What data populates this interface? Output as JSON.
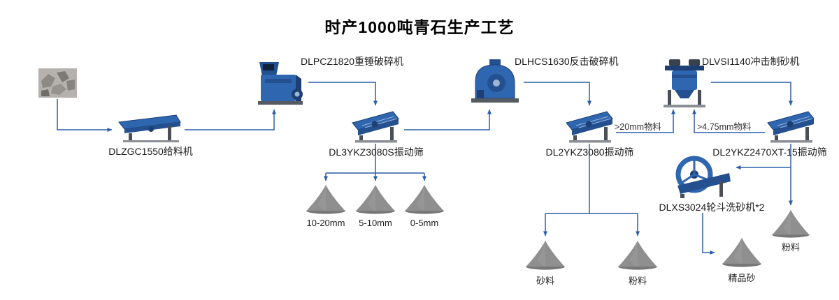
{
  "title": "时产1000吨青石生产工艺",
  "machines": {
    "feeder": {
      "label": "DLZGC1550给料机"
    },
    "hammer_crusher": {
      "label": "DLPCZ1820重锤破碎机"
    },
    "screen_1": {
      "label": "DL3YKZ3080S振动筛"
    },
    "impact_crusher": {
      "label": "DLHCS1630反击破碎机"
    },
    "screen_2": {
      "label": "DL2YKZ3080振动筛"
    },
    "sand_maker": {
      "label": "DLVSI1140冲击制砂机"
    },
    "screen_3": {
      "label": "DL2YKZ2470XT-15振动筛"
    },
    "sand_washer": {
      "label": "DLXS3024轮斗洗砂机*2"
    }
  },
  "piles": [
    {
      "label": "10-20mm"
    },
    {
      "label": "5-10mm"
    },
    {
      "label": "0-5mm"
    },
    {
      "label": "砂料"
    },
    {
      "label": "粉料"
    },
    {
      "label": "粉料"
    },
    {
      "label": "精品砂"
    }
  ],
  "edge_labels": {
    "gt_20mm": ">20mm物料",
    "gt_4_75mm": ">4.75mm物料"
  },
  "colors": {
    "arrow": "#2b5fa8",
    "machine_primary": "#2f66b0",
    "machine_dark": "#1d3f73",
    "pile_gray": "#8f8f8f",
    "text": "#1a1a1a"
  }
}
